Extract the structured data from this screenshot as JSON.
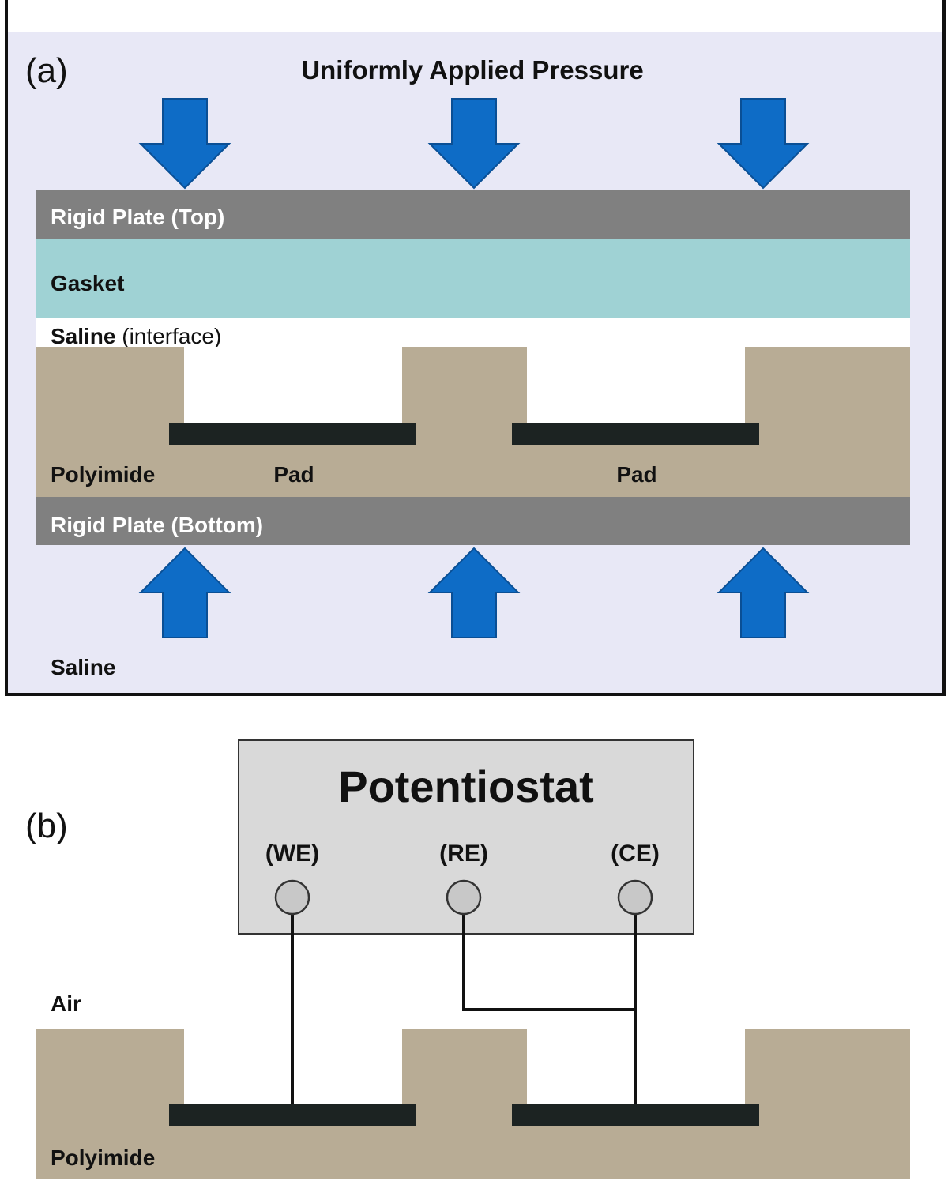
{
  "panel_a": {
    "label": "(a)",
    "title": "Uniformly Applied Pressure",
    "layers": {
      "top_plate": "Rigid Plate (Top)",
      "gasket": "Gasket",
      "saline_interface_bold": "Saline",
      "saline_interface_rest": " (interface)",
      "polyimide": "Polyimide",
      "bottom_plate": "Rigid Plate (Bottom)",
      "saline_bottom": "Saline"
    },
    "pads": [
      "Pad",
      "Pad"
    ]
  },
  "panel_b": {
    "label": "(b)",
    "instrument": "Potentiostat",
    "terminals": [
      "(WE)",
      "(RE)",
      "(CE)"
    ],
    "medium": "Air",
    "substrate": "Polyimide"
  },
  "colors": {
    "bath": "#e8e8f6",
    "arrow": "#0e6cc6",
    "arrow_stroke": "#0a4f95",
    "plate": "#808080",
    "gasket": "#9fd2d4",
    "polyimide": "#b8ac95",
    "pad": "#1c2322",
    "potentiostat": "#d9d9d9",
    "terminal": "#c8c8c8"
  }
}
